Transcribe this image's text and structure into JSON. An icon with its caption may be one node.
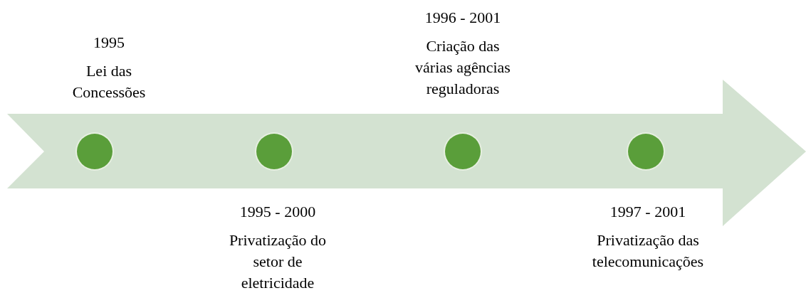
{
  "diagram": {
    "nodes": [
      {
        "text": [],
        "shape": "arrow"
      },
      {
        "text": [],
        "shape": "circle",
        "in": 0,
        "beside": [
          "1995",
          "Lei das Concessões"
        ]
      },
      {
        "text": [],
        "shape": "circle",
        "in": 0,
        "beside": [
          "1995 - 2000",
          "Privatização do setor de eletricidade"
        ]
      },
      {
        "text": [],
        "shape": "circle",
        "in": 0,
        "beside": [
          "1996 - 2001",
          "Criação das várias agências reguladoras"
        ]
      },
      {
        "text": [],
        "shape": "circle",
        "in": 0,
        "beside": [
          "1997 - 2001",
          "Privatização das telecomunicações"
        ]
      }
    ]
  }
}
